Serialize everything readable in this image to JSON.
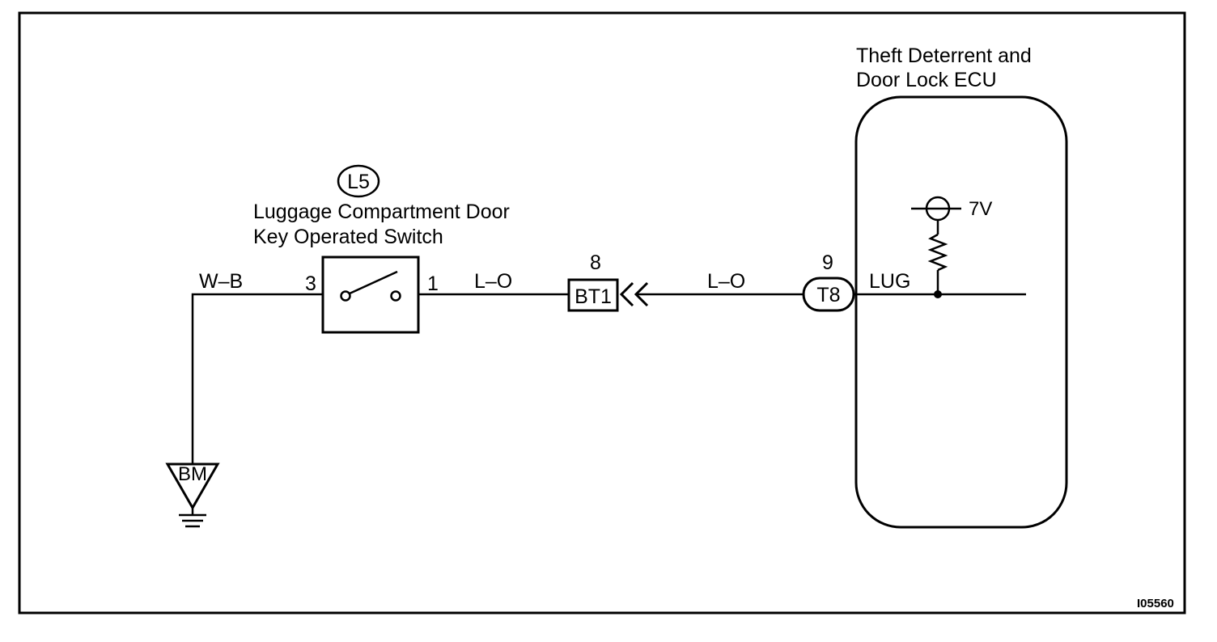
{
  "ecu": {
    "title_line1": "Theft Deterrent and",
    "title_line2": "Door Lock ECU",
    "voltage": "7V",
    "signal": "LUG"
  },
  "switch": {
    "connector_code": "L5",
    "name_line1": "Luggage Compartment Door",
    "name_line2": "Key Operated Switch",
    "pin_left": "3",
    "pin_right": "1"
  },
  "wires": {
    "ground_wire": "W–B",
    "wire_switch_side": "L–O",
    "wire_ecu_side": "L–O"
  },
  "junction": {
    "code": "BT1",
    "pin": "8"
  },
  "ecu_connector": {
    "code": "T8",
    "pin": "9"
  },
  "ground": {
    "code": "BM"
  },
  "figure_id": "I05560"
}
